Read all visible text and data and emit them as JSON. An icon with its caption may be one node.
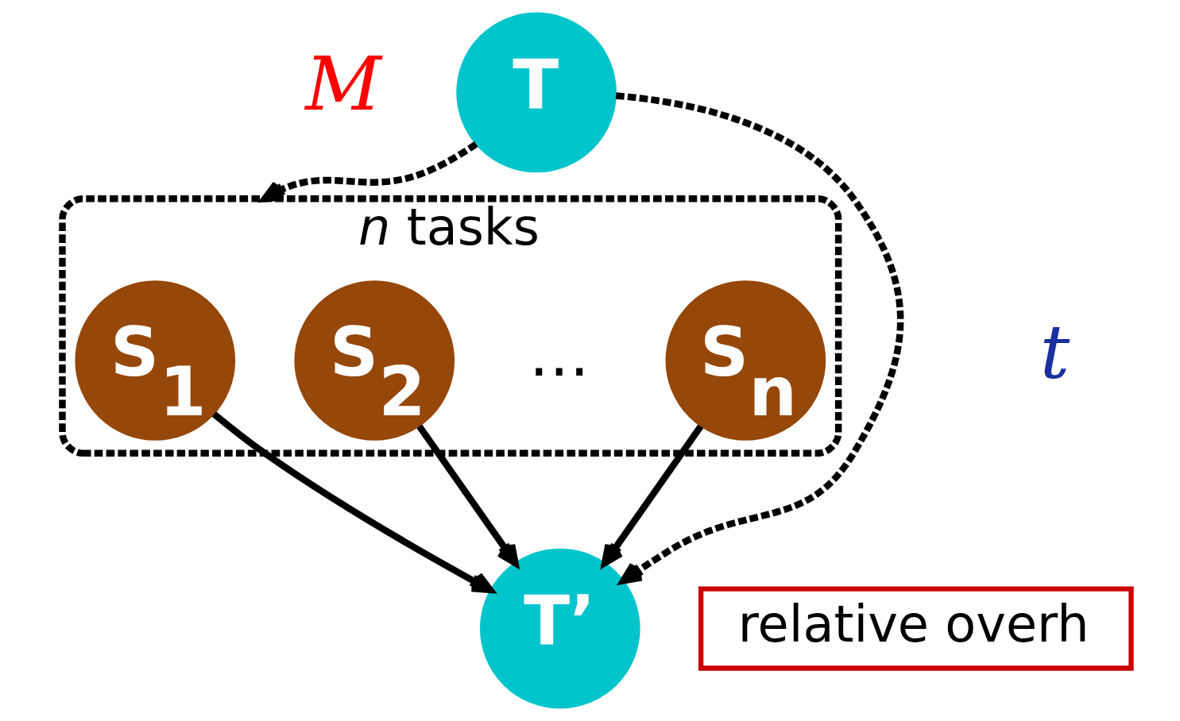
{
  "diagram": {
    "nodes": [
      {
        "text": [
          "T"
        ]
      },
      {
        "text": [
          "*n* tasks"
        ]
      },
      {
        "text": [
          "S$_{1}$"
        ],
        "in": 1
      },
      {
        "text": [
          "S$_{2}$"
        ],
        "in": 1
      },
      {
        "text": [
          "S$_{n}$"
        ],
        "in": 1
      },
      {
        "text": [
          "T’"
        ]
      },
      {
        "text": [
          "relative overh"
        ]
      }
    ],
    "edges": [
      {
        "from": 0,
        "to": 1,
        "arrow": "to",
        "style": "dashed"
      },
      {
        "from": 0,
        "to": 5,
        "arrow": "to",
        "style": "dashed"
      },
      {
        "from": 2,
        "to": 5,
        "arrow": "to"
      },
      {
        "from": 3,
        "to": 5,
        "arrow": "to"
      },
      {
        "from": 4,
        "to": 5,
        "arrow": "to"
      }
    ],
    "labels": [
      "M",
      "…",
      "t"
    ]
  }
}
